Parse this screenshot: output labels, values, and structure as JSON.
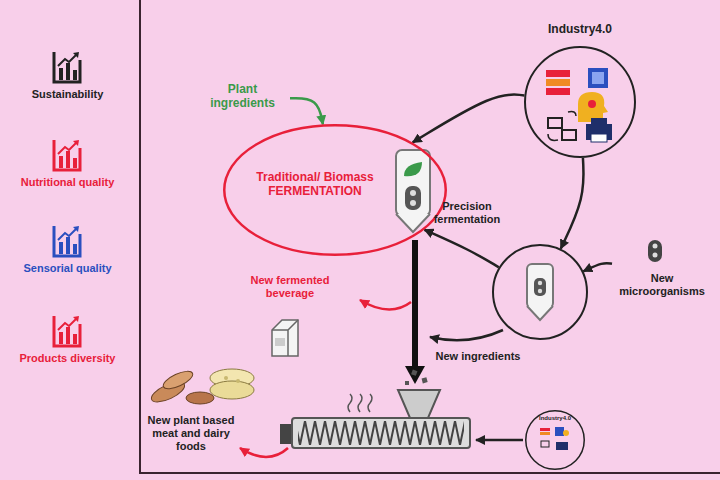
{
  "diagram": {
    "nodes": [
      {
        "text": [
          "Plant ingredients"
        ]
      },
      {
        "text": [
          "Traditional/ Biomass FERMENTATION"
        ]
      },
      {
        "text": [
          "Industry4.0"
        ]
      },
      {
        "text": [
          "Precision fermentation"
        ]
      },
      {
        "text": [
          "New microorganisms"
        ]
      },
      {
        "text": [
          "Industry4.0"
        ]
      }
    ],
    "edges": [
      {
        "from": 0,
        "to": 1,
        "arrow": "to"
      },
      {
        "from": 2,
        "to": 1,
        "arrow": "to"
      },
      {
        "from": 2,
        "to": 3,
        "arrow": "to"
      },
      {
        "from": 3,
        "to": 1,
        "arrow": "to"
      },
      {
        "from": 4,
        "to": 3,
        "arrow": "to"
      }
    ],
    "labels": [
      "Sustainability",
      "Nutritional quality",
      "Sensorial quality",
      "Products diversity",
      "New fermented beverage",
      "New ingredients",
      "New plant based meat and dairy foods"
    ]
  }
}
